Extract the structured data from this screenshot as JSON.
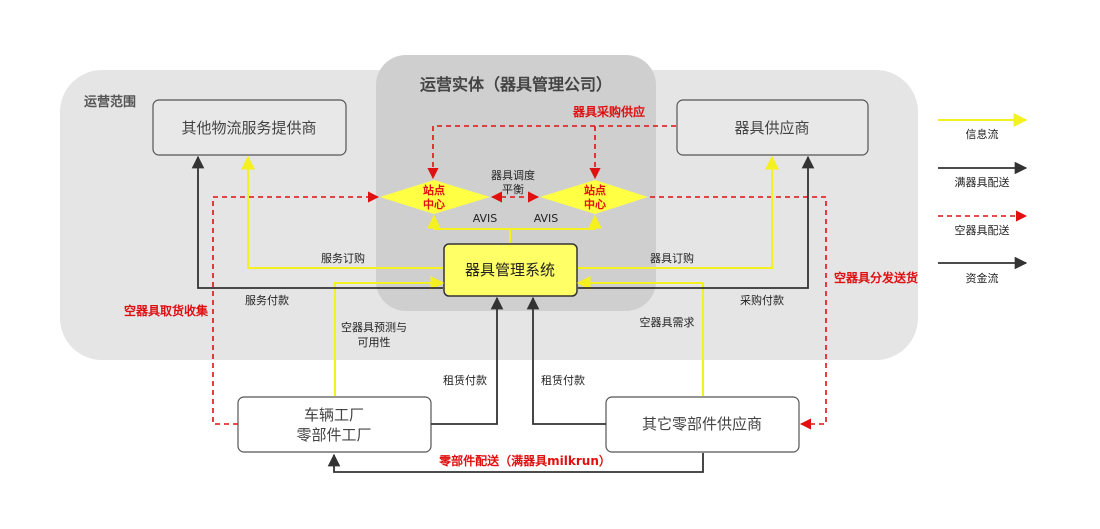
{
  "regions": {
    "scope": "运营范围",
    "entity": "运营实体（器具管理公司）"
  },
  "nodes": {
    "logistics": "其他物流服务提供商",
    "supplier": "器具供应商",
    "system": "器具管理系统",
    "station_left": [
      "站点",
      "中心"
    ],
    "station_right": [
      "站点",
      "中心"
    ],
    "factory": [
      "车辆工厂",
      "零部件工厂"
    ],
    "other_parts": "其它零部件供应商"
  },
  "labels": {
    "procure_supply": "器具采购供应",
    "dispatch_balance": [
      "器具调度",
      "平衡"
    ],
    "avis_left": "AVIS",
    "avis_right": "AVIS",
    "service_order": "服务订购",
    "service_payment": "服务付款",
    "equip_order": "器具订购",
    "purchase_payment": "采购付款",
    "empty_pickup": "空器具取货收集",
    "empty_distribute": "空器具分发送货",
    "forecast": [
      "空器具预测与",
      "可用性"
    ],
    "empty_demand": "空器具需求",
    "rent_pay_left": "租赁付款",
    "rent_pay_right": "租赁付款",
    "parts_delivery": "零部件配送（满器具milkrun）"
  },
  "legend": {
    "info_flow": "信息流",
    "full_delivery": "满器具配送",
    "empty_delivery": "空器具配送",
    "fund_flow": "资金流"
  },
  "colors": {
    "info": "#ffff33",
    "material": "#333333",
    "empty": "#e01010",
    "red_text": "#e01010",
    "scope_bg": "#e5e5e5",
    "entity_bg": "#cfcfcf"
  }
}
